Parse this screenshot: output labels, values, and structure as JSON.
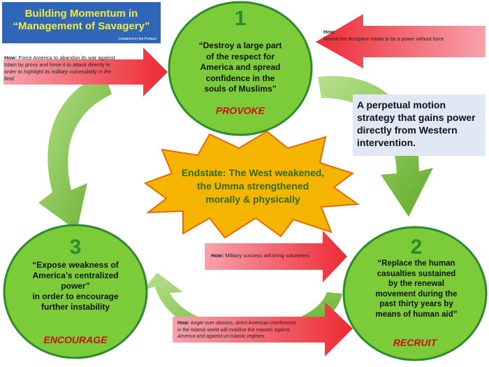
{
  "title": {
    "line1": "Building Momentum in",
    "line2": "“Management of Savagery”",
    "note": "Contained in the Preface"
  },
  "stages": {
    "provoke": {
      "number": "1",
      "quote_lines": [
        "“Destroy a large part",
        "of the respect for",
        "America and spread",
        "confidence in the",
        "souls of Muslims”"
      ],
      "label": "PROVOKE"
    },
    "recruit": {
      "number": "2",
      "quote_lines": [
        "“Replace the human",
        "casualties sustained",
        "by the renewal",
        "movement during the",
        "past thirty years by",
        "means of human aid”"
      ],
      "label": "RECRUIT"
    },
    "encourage": {
      "number": "3",
      "quote_lines": [
        "“Expose weakness of",
        "America’s centralized",
        "power”",
        "in order to encourage",
        "further instability"
      ],
      "label": "ENCOURAGE"
    }
  },
  "how_blocks": {
    "left_top": {
      "prefix": "How:",
      "lines": [
        "Force America to abandon its war against",
        "Islam by proxy and force it to attack directly in",
        "order to highlight its military vulnerability in the",
        "field."
      ]
    },
    "right_top": {
      "prefix": "How:",
      "text": "Reveal the deceptive media to be a power without force"
    },
    "middle": {
      "prefix": "How:",
      "text": "Military success will bring volunteers"
    },
    "bottom": {
      "prefix": "How:",
      "lines": [
        "Anger over obvious, direct American interference",
        "in the Islamic world will mobilise the masses against",
        "America and against un-Islamic regimes."
      ]
    }
  },
  "callout": "A perpetual motion strategy that gains power directly from Western intervention.",
  "endstate": {
    "lines": [
      "Endstate: The West weakened,",
      "the Umma strengthened",
      "morally & physically"
    ]
  },
  "colors": {
    "circle_fill": "#7ccc3a",
    "circle_border": "#2d8a2d",
    "arrow_pink": "#f37b8a",
    "arrow_red": "#ee2b35",
    "star_fill": "#f5b400",
    "star_stroke": "#e56a00",
    "cycle_arrow": "#80c341"
  }
}
